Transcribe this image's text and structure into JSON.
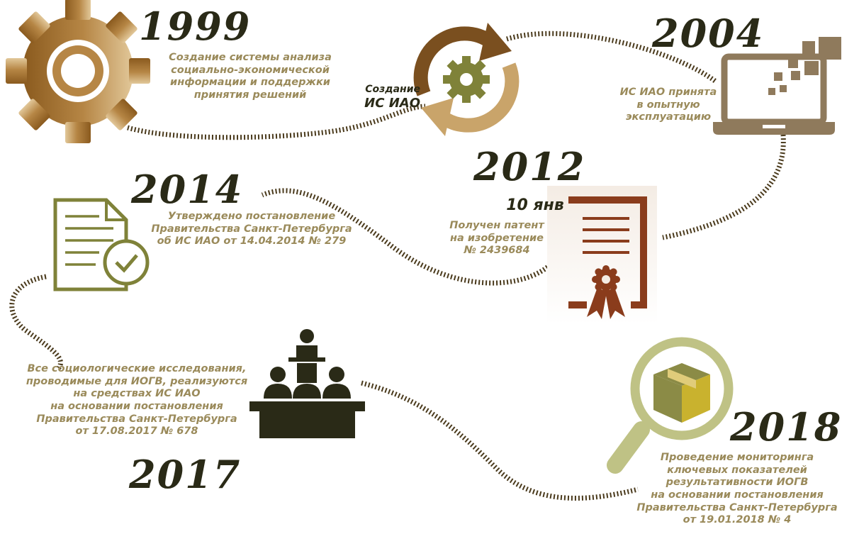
{
  "milestones": {
    "m1999": {
      "year": "1999",
      "lines": [
        "Создание системы анализа",
        "социально-экономической",
        "информации и поддержки",
        "принятия решений"
      ]
    },
    "creation": {
      "lines": [
        "Создание",
        "ИС ИАО"
      ]
    },
    "m2004": {
      "year": "2004",
      "lines": [
        "ИС ИАО принята",
        "в опытную",
        "эксплуатацию"
      ]
    },
    "m2012": {
      "year": "2012",
      "date": "10 янв",
      "lines": [
        "Получен патент",
        "на изобретение",
        "№ 2439684"
      ]
    },
    "m2014": {
      "year": "2014",
      "lines": [
        "Утверждено постановление",
        "Правительства Санкт-Петербурга",
        "об ИС ИАО от 14.04.2014 № 279"
      ]
    },
    "m2017": {
      "year": "2017",
      "lines": [
        "Все социологические исследования,",
        "проводимые для ИОГВ, реализуются",
        "на средствах ИС ИАО",
        "на основании постановления",
        "Правительства Санкт-Петербурга",
        "от 17.08.2017 № 678"
      ]
    },
    "m2018": {
      "year": "2018",
      "lines": [
        "Проведение мониторинга",
        "ключевых показателей",
        "результативности ИОГВ",
        "на основании постановления",
        "Правительства Санкт-Петербурга",
        "от 19.01.2018 № 4"
      ]
    }
  },
  "icons": [
    "gear-icon",
    "cycle-gear-icon",
    "laptop-icon",
    "certificate-icon",
    "document-check-icon",
    "presentation-audience-icon",
    "magnifier-box-icon"
  ],
  "colors": {
    "dark_text": "#2a2a17",
    "desc_text": "#9a8a5a",
    "brown": "#8a5a1e",
    "tan": "#c9a46a",
    "olive": "#7f8239",
    "taupe": "#8f7a5c",
    "rust": "#8a3c1c",
    "sage": "#bfc285"
  }
}
